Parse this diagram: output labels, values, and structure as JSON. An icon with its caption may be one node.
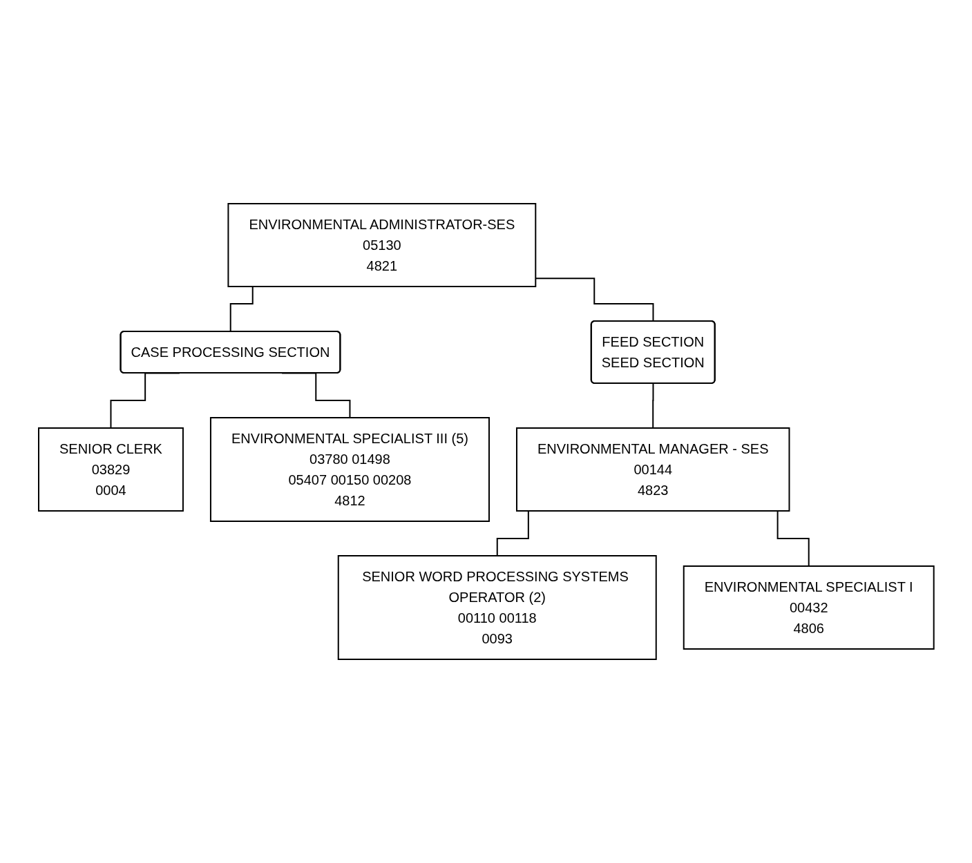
{
  "diagram": {
    "nodes": [
      {
        "text": [
          "ENVIRONMENTAL ADMINISTRATOR-SES",
          "05130",
          "4821"
        ]
      },
      {
        "text": [
          "CASE PROCESSING SECTION"
        ]
      },
      {
        "text": [
          "FEED SECTION",
          "SEED SECTION"
        ]
      },
      {
        "text": [
          "SENIOR CLERK",
          "03829",
          "0004"
        ]
      },
      {
        "text": [
          "ENVIRONMENTAL SPECIALIST III (5)",
          "03780 01498",
          "05407 00150 00208",
          "4812"
        ]
      },
      {
        "text": [
          "ENVIRONMENTAL MANAGER - SES",
          "00144",
          "4823"
        ]
      },
      {
        "text": [
          "SENIOR WORD PROCESSING SYSTEMS OPERATOR (2)",
          "00110 00118",
          "0093"
        ]
      },
      {
        "text": [
          "ENVIRONMENTAL SPECIALIST I",
          "00432",
          "4806"
        ]
      }
    ],
    "edges": [
      {
        "from": 0,
        "to": 1,
        "arrow": "none"
      },
      {
        "from": 0,
        "to": 2,
        "arrow": "none"
      },
      {
        "from": 1,
        "to": 3,
        "arrow": "none"
      },
      {
        "from": 1,
        "to": 4,
        "arrow": "none"
      },
      {
        "from": 2,
        "to": 5,
        "arrow": "none"
      },
      {
        "from": 5,
        "to": 6,
        "arrow": "none"
      },
      {
        "from": 5,
        "to": 7,
        "arrow": "none"
      }
    ]
  }
}
